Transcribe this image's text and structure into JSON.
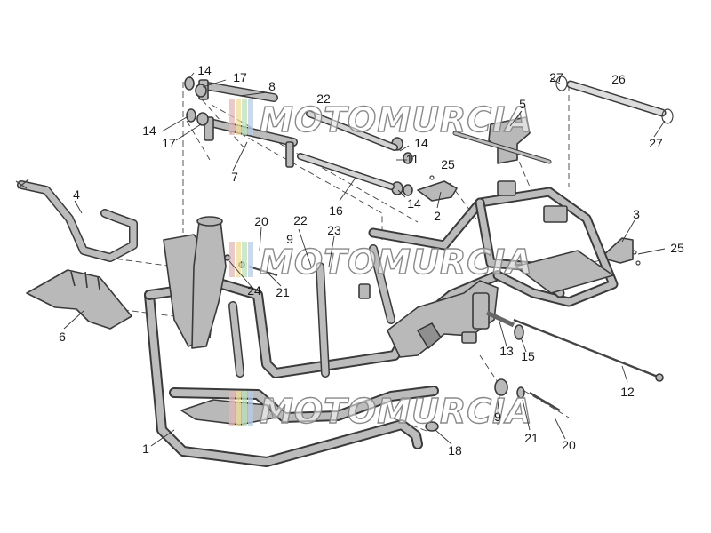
{
  "diagram": {
    "watermark_text": "MOTOMURCIA",
    "watermark_colors": [
      "#e2b8b8",
      "#f0dc9a",
      "#bfe0b4",
      "#b6cde6"
    ],
    "callouts": [
      {
        "label": "14"
      },
      {
        "label": "17"
      },
      {
        "label": "8"
      },
      {
        "label": "14"
      },
      {
        "label": "17"
      },
      {
        "label": "7"
      },
      {
        "label": "22"
      },
      {
        "label": "14"
      },
      {
        "label": "11"
      },
      {
        "label": "16"
      },
      {
        "label": "14"
      },
      {
        "label": "25"
      },
      {
        "label": "2"
      },
      {
        "label": "5"
      },
      {
        "label": "27"
      },
      {
        "label": "26"
      },
      {
        "label": "27"
      },
      {
        "label": "4"
      },
      {
        "label": "20"
      },
      {
        "label": "22"
      },
      {
        "label": "9"
      },
      {
        "label": "23"
      },
      {
        "label": "24"
      },
      {
        "label": "21"
      },
      {
        "label": "3"
      },
      {
        "label": "25"
      },
      {
        "label": "6"
      },
      {
        "label": "13"
      },
      {
        "label": "15"
      },
      {
        "label": "12"
      },
      {
        "label": "9"
      },
      {
        "label": "21"
      },
      {
        "label": "20"
      },
      {
        "label": "1"
      },
      {
        "label": "18"
      }
    ]
  }
}
